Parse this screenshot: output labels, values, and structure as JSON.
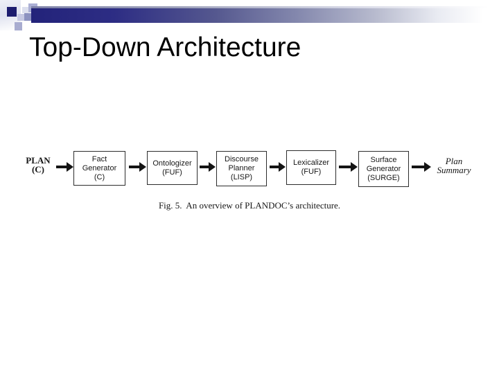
{
  "slide": {
    "title": "Top-Down Architecture"
  },
  "diagram": {
    "input": {
      "line1": "PLAN",
      "line2": "(C)"
    },
    "boxes": [
      {
        "line1": "Fact",
        "line2": "Generator",
        "line3": "(C)"
      },
      {
        "line1": "Ontologizer",
        "line2": "(FUF)"
      },
      {
        "line1": "Discourse",
        "line2": "Planner",
        "line3": "(LISP)"
      },
      {
        "line1": "Lexicalizer",
        "line2": "(FUF)"
      },
      {
        "line1": "Surface",
        "line2": "Generator",
        "line3": "(SURGE)"
      }
    ],
    "output": {
      "line1": "Plan",
      "line2": "Summary"
    },
    "caption": "Fig. 5.  An overview of PLANDOC’s architecture."
  },
  "colors": {
    "accent_navy": "#1c1c6e",
    "header_bar_start": "#23237a",
    "ink": "#161616",
    "background": "#ffffff"
  }
}
